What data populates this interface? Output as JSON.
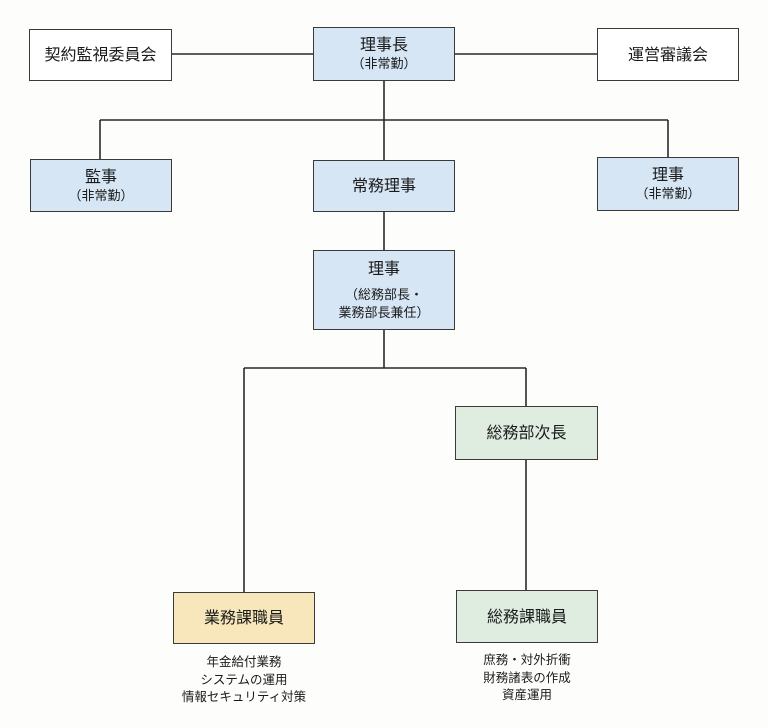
{
  "nodes": {
    "keiyaku": {
      "main": "契約監視委員会"
    },
    "rijicho": {
      "main": "理事長",
      "sub": "（非常勤）"
    },
    "unei": {
      "main": "運営審議会"
    },
    "kanji": {
      "main": "監事",
      "sub": "（非常勤）"
    },
    "jomu": {
      "main": "常務理事"
    },
    "riji_hijokin": {
      "main": "理事",
      "sub": "（非常勤）"
    },
    "riji_kenmu": {
      "main": "理事",
      "sub1": "（総務部長・",
      "sub2": "業務部長兼任）"
    },
    "somu_jicho": {
      "main": "総務部次長"
    },
    "gyomu_shokuin": {
      "main": "業務課職員"
    },
    "somu_shokuin": {
      "main": "総務課職員"
    }
  },
  "notes": {
    "gyomu": [
      "年金給付業務",
      "システムの運用",
      "情報セキュリティ対策"
    ],
    "somu": [
      "庶務・対外折衝",
      "財務諸表の作成",
      "資産運用"
    ]
  },
  "colors": {
    "white": "#ffffff",
    "blue": "#d6e6f4",
    "green": "#dfece0",
    "yellow": "#f7e7ba",
    "line": "#2a2a2a"
  }
}
